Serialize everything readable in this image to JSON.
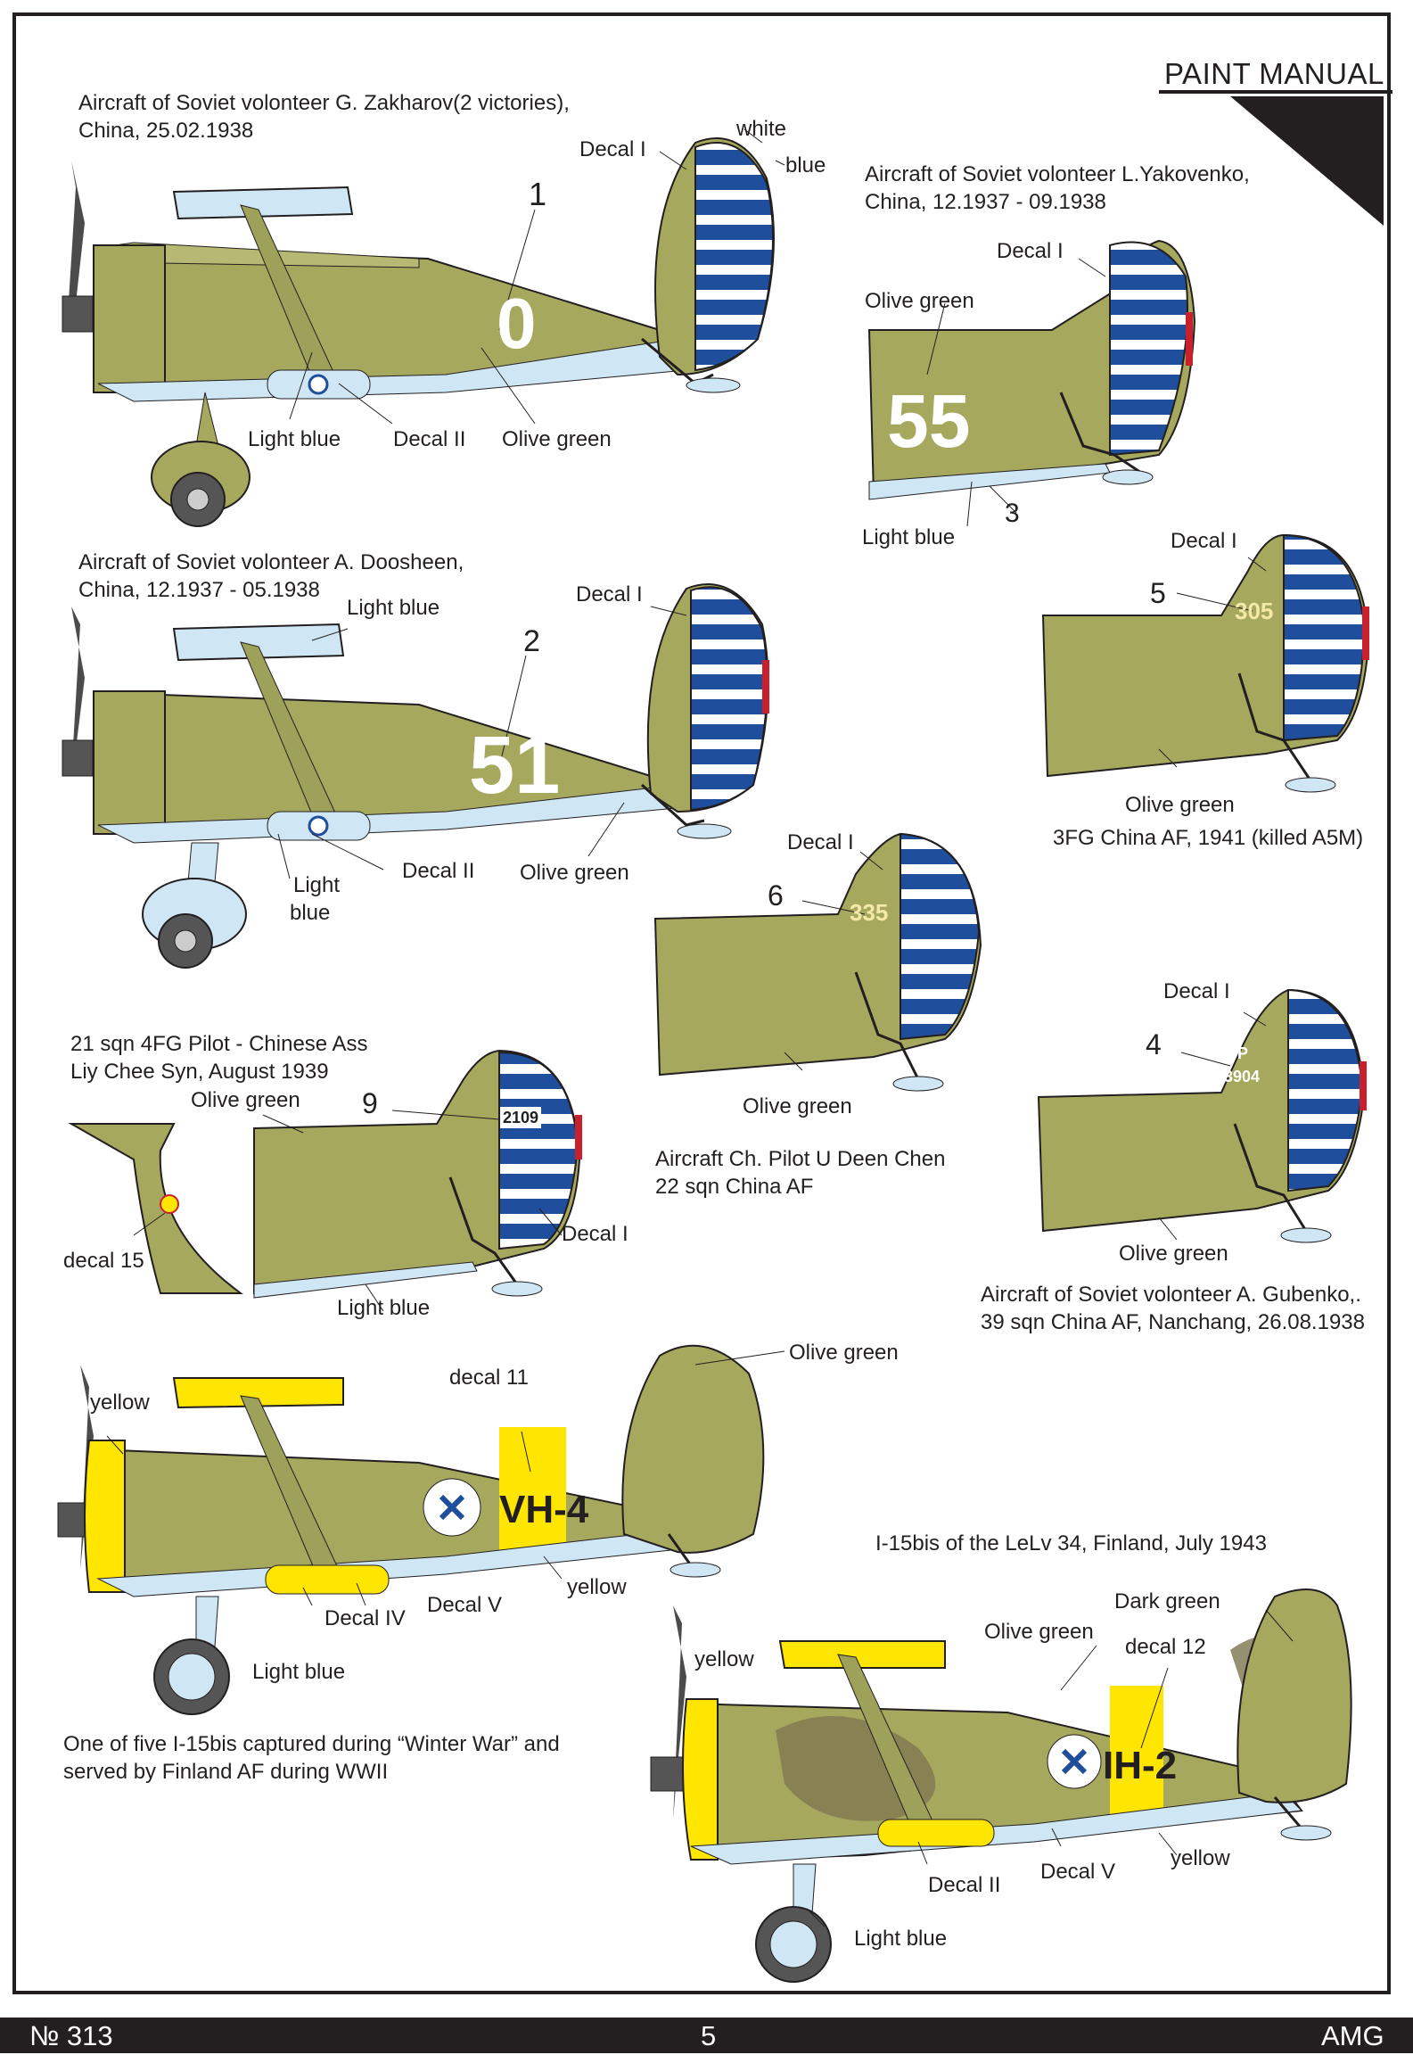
{
  "header": {
    "title": "PAINT MANUAL"
  },
  "footer": {
    "catalog": "№ 313",
    "page": "5",
    "brand": "AMG"
  },
  "profiles": {
    "p1": {
      "caption1": "Aircraft of Soviet volonteer G. Zakharov(2 victories),",
      "caption2": "China, 25.02.1938",
      "number": "1",
      "code": "0",
      "decal_i": "Decal I",
      "white": "white",
      "blue": "blue",
      "light_blue": "Light blue",
      "decal_ii": "Decal II",
      "olive_green": "Olive green"
    },
    "p2": {
      "caption1": "Aircraft of Soviet volonteer L.Yakovenko,",
      "caption2": "China, 12.1937 - 09.1938",
      "decal_i": "Decal I",
      "olive_green": "Olive green",
      "code": "55",
      "light_blue": "Light blue",
      "number": "3"
    },
    "p3": {
      "caption1": "Aircraft of Soviet volonteer A. Doosheen,",
      "caption2": "China, 12.1937 - 05.1938",
      "light_blue_top": "Light blue",
      "decal_i": "Decal I",
      "number": "2",
      "code": "51",
      "decal_ii": "Decal II",
      "olive_green": "Olive green",
      "light": "Light",
      "blue": "blue"
    },
    "p4": {
      "decal_i": "Decal I",
      "number": "5",
      "code": "305",
      "olive_green": "Olive green",
      "caption1": "3FG China AF, 1941 (killed A5M)"
    },
    "p5": {
      "decal_i": "Decal I",
      "number": "6",
      "code": "335",
      "olive_green": "Olive green",
      "caption1": "Aircraft  Ch. Pilot U Deen Chen",
      "caption2": "22 sqn China AF"
    },
    "p6": {
      "caption1": "21 sqn 4FG Pilot - Chinese Ass",
      "caption2": "Liy Chee Syn, August 1939",
      "olive_green": "Olive green",
      "number": "9",
      "code": "2109",
      "decal_15": "decal 15",
      "decal_i": "Decal I",
      "light_blue": "Light blue"
    },
    "p7": {
      "decal_i": "Decal I",
      "number": "4",
      "code1": "P",
      "code2": "3904",
      "olive_green": "Olive green",
      "caption1": "Aircraft  of Soviet volonteer A. Gubenko,.",
      "caption2": "39 sqn China AF, Nanchang, 26.08.1938"
    },
    "p8": {
      "yellow": "yellow",
      "decal_11": "decal 11",
      "olive_green": "Olive green",
      "code": "VH-4",
      "decal_iv": "Decal IV",
      "decal_v": "Decal V",
      "yellow2": "yellow",
      "light_blue": "Light blue",
      "caption1": "One of five I-15bis captured during “Winter War” and",
      "caption2": "served by Finland AF during WWII"
    },
    "p9": {
      "caption1": "I-15bis of the LeLv 34, Finland, July 1943",
      "dark_green": "Dark green",
      "olive_green": "Olive green",
      "decal_12": "decal 12",
      "yellow": "yellow",
      "code": "IH-2",
      "decal_ii": "Decal II",
      "decal_v": "Decal V",
      "yellow2": "yellow",
      "light_blue": "Light blue"
    }
  },
  "colors": {
    "olive": "#a6a85e",
    "olive_dark": "#8c8f4a",
    "light_blue": "#cfe6f4",
    "stripe_blue": "#1f4e9c",
    "yellow": "#ffe600",
    "red": "#c8202c",
    "dark_green": "#7c7450",
    "ink": "#231f20"
  }
}
